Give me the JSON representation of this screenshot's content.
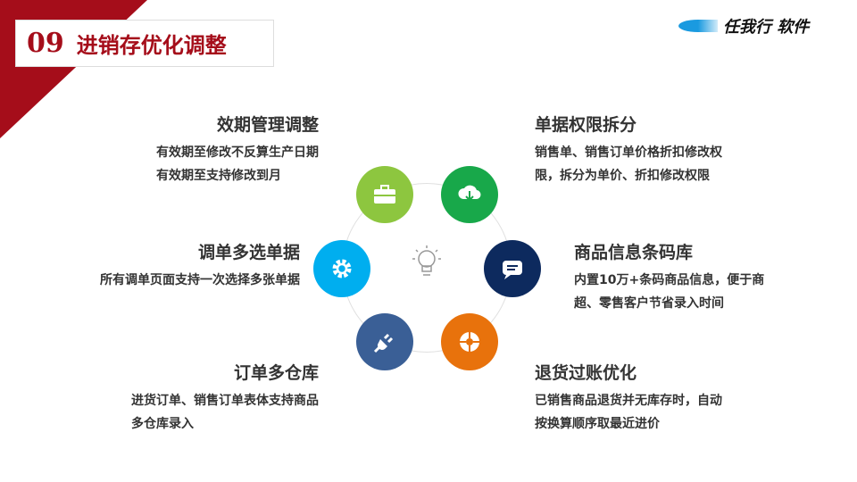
{
  "header": {
    "number": "09",
    "title": "进销存优化调整",
    "logo_text": "任我行 软件"
  },
  "colors": {
    "accent": "#a50d1a",
    "c1": "#8dc63f",
    "c2": "#18a84a",
    "c3": "#0d2a5e",
    "c4": "#e8720c",
    "c5": "#3a5f96",
    "c6": "#00aeef"
  },
  "features": [
    {
      "title": "效期管理调整",
      "lines": [
        "有效期至修改不反算生产日期",
        "有效期至支持修改到月"
      ]
    },
    {
      "title": "单据权限拆分",
      "lines": [
        "销售单、销售订单价格折扣修改权",
        "限，拆分为单价、折扣修改权限"
      ]
    },
    {
      "title": "调单多选单据",
      "lines": [
        "所有调单页面支持一次选择多张单据"
      ]
    },
    {
      "title": "商品信息条码库",
      "lines": [
        "内置10万+条码商品信息，便于商",
        "超、零售客户节省录入时间"
      ]
    },
    {
      "title": "订单多仓库",
      "lines": [
        "进货订单、销售订单表体支持商品",
        "多仓库录入"
      ]
    },
    {
      "title": "退货过账优化",
      "lines": [
        "已销售商品退货并无库存时，自动",
        "按换算顺序取最近进价"
      ]
    }
  ]
}
